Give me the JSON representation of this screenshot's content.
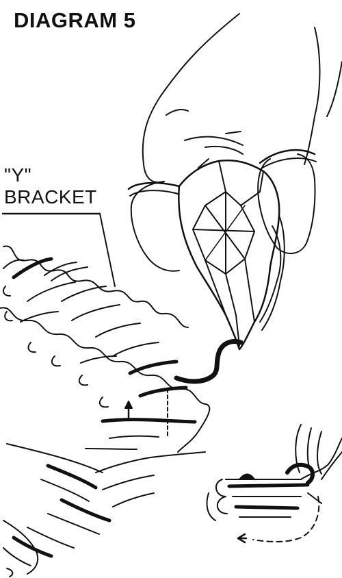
{
  "diagram": {
    "title": "DIAGRAM 5",
    "callout": {
      "line1": "\"Y\"",
      "line2": "BRACKET"
    }
  }
}
